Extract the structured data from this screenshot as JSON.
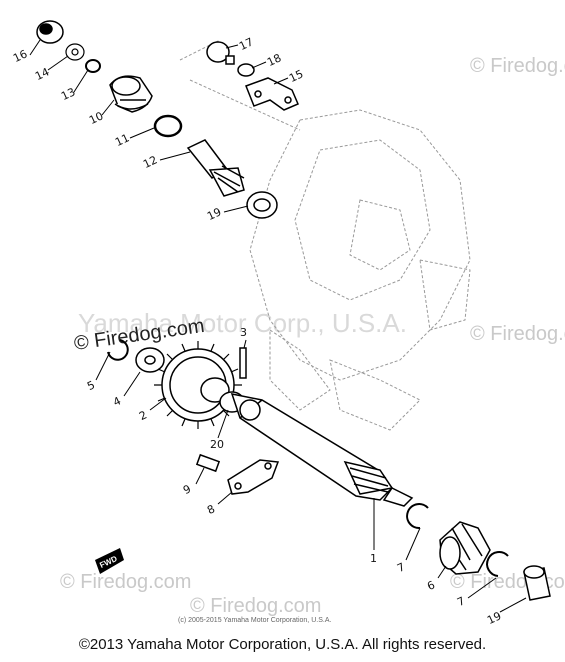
{
  "watermarks": {
    "brand": "© Firedog.com",
    "center": "Yamaha Motor Corp., U.S.A.",
    "main": "© Firedog.com"
  },
  "small_copyright": "(c) 2005-2015 Yamaha Motor Corporation, U.S.A.",
  "copyright": "©2013 Yamaha Motor Corporation, U.S.A. All rights reserved.",
  "fwd_label": "FWD",
  "callouts": {
    "c1": "1",
    "c2": "2",
    "c3": "3",
    "c4": "4",
    "c5": "5",
    "c6": "6",
    "c7a": "7",
    "c7b": "7",
    "c8": "8",
    "c9": "9",
    "c10": "10",
    "c11": "11",
    "c12": "12",
    "c13": "13",
    "c14": "14",
    "c15": "15",
    "c16": "16",
    "c17": "17",
    "c18": "18",
    "c19a": "19",
    "c19b": "19",
    "c20": "20"
  }
}
